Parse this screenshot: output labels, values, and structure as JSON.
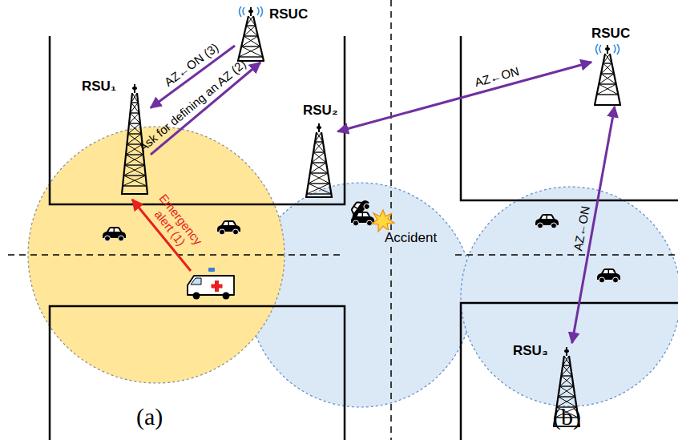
{
  "diagram": {
    "nodes": [
      {
        "text": [
          "RSUC"
        ]
      },
      {
        "text": [
          "RSU₁"
        ]
      },
      {
        "text": [
          "RSU₂"
        ]
      },
      {
        "text": [
          "RSUC"
        ]
      },
      {
        "text": [
          "RSU₃"
        ]
      }
    ],
    "edges": [
      {
        "from": 0,
        "to": 1,
        "arrow": "to",
        "label": "AZ←ON (3)"
      },
      {
        "from": 1,
        "to": 0,
        "arrow": "to",
        "label": "Ask for defining an AZ (2)"
      },
      {
        "from": 3,
        "to": 2,
        "arrow": "both",
        "label": "AZ←ON"
      },
      {
        "from": 3,
        "to": 4,
        "arrow": "both",
        "label": "AZ←ON"
      }
    ],
    "labels": [
      "Emergency alert (1)",
      "Accident",
      "(a)",
      "(b)"
    ]
  }
}
